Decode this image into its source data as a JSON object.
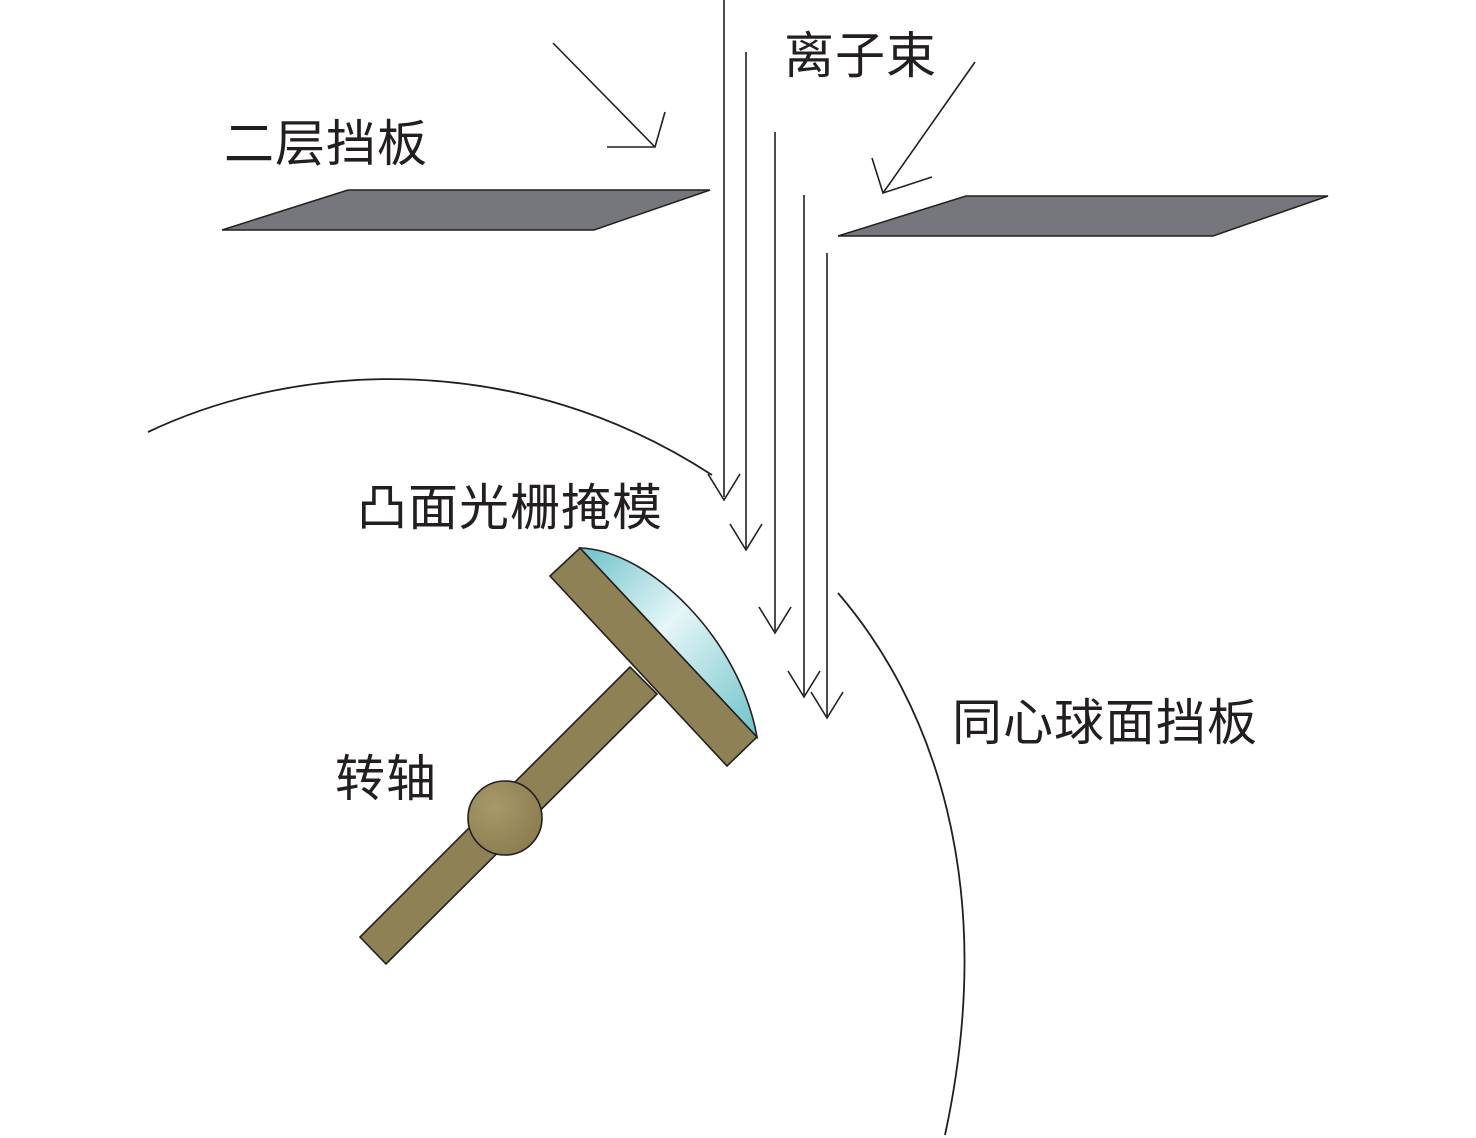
{
  "labels": {
    "ion_beam": "离子束",
    "second_baffle": "二层挡板",
    "convex_grating_mask": "凸面光栅掩模",
    "concentric_spherical_baffle": "同心球面挡板",
    "rotation_axis": "转轴"
  },
  "colors": {
    "baffle_fill": "#75777c",
    "shaft_fill": "#8f8156",
    "lens_light": "#e6f6f7",
    "lens_dark": "#6cc2c9",
    "line": "#231f20"
  }
}
